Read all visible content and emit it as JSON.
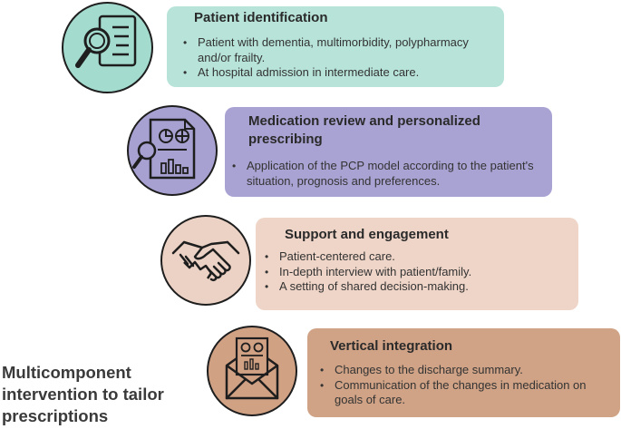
{
  "steps": [
    {
      "title": "Patient identification",
      "icon": "document-search-icon",
      "card_color": "#b7e3d9",
      "circle_color": "#a3dccf",
      "bullets": [
        "Patient with dementia, multimorbidity, polypharmacy and/or frailty.",
        "At hospital admission in intermediate care."
      ]
    },
    {
      "title": "Medication review and personalized prescribing",
      "icon": "report-analysis-icon",
      "card_color": "#a9a3d3",
      "circle_color": "#a7a1d2",
      "bullets": [
        "Application of the PCP model according to the patient's situation, prognosis and preferences."
      ]
    },
    {
      "title": "Support and engagement",
      "icon": "handshake-icon",
      "card_color": "#efd5c8",
      "circle_color": "#ecd2c4",
      "bullets": [
        "Patient-centered care.",
        "In-depth interview with patient/family.",
        "A setting of shared decision-making."
      ]
    },
    {
      "title": "Vertical integration",
      "icon": "envelope-report-icon",
      "card_color": "#d0a386",
      "circle_color": "#d1a184",
      "bullets": [
        "Changes to the discharge summary.",
        "Communication of the changes in medication on goals of care."
      ]
    }
  ],
  "caption": "Multicomponent intervention to tailor prescriptions"
}
